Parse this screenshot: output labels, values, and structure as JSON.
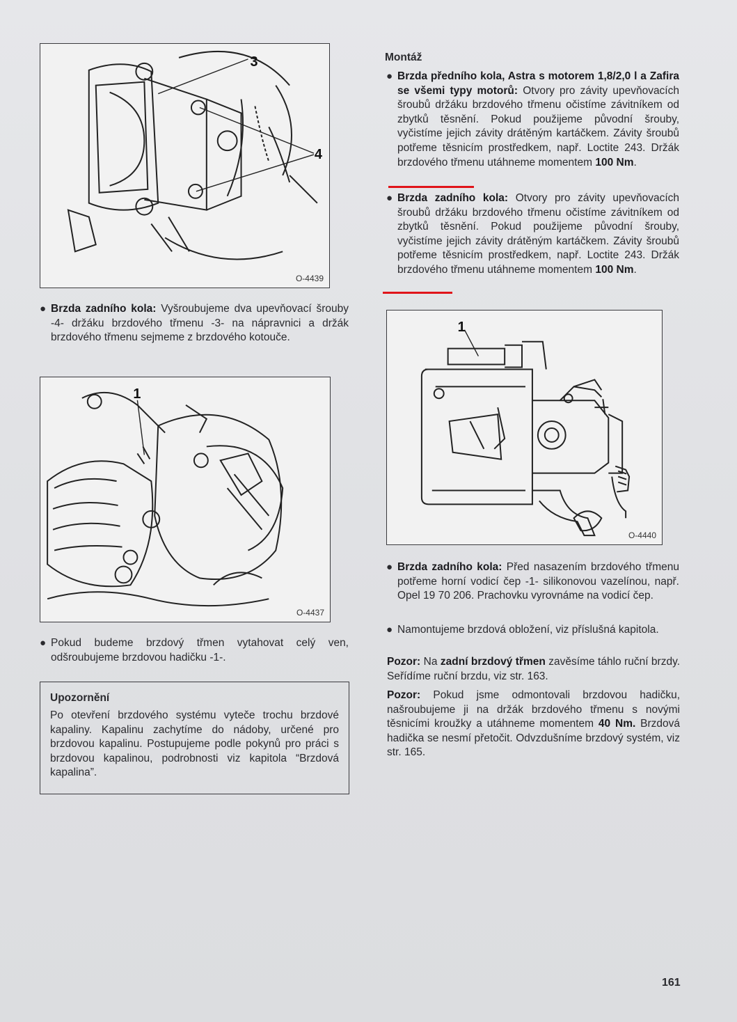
{
  "figures": {
    "fig1": {
      "code": "O-4439",
      "labels": [
        "3",
        "4"
      ]
    },
    "fig2": {
      "code": "O-4437",
      "labels": [
        "1"
      ]
    },
    "fig3": {
      "code": "O-4440",
      "labels": [
        "1"
      ]
    }
  },
  "left": {
    "p1": {
      "bold": "Brzda zadního kola:",
      "text": " Vyšroubujeme dva upevňovací šrouby -4- držáku brzdového třmenu -3- na nápravnici a držák brzdového třmenu sejmeme z brzdového kotouče."
    },
    "p2": {
      "text": "Pokud budeme brzdový třmen vytahovat celý ven, odšroubujeme brzdovou hadičku -1-."
    },
    "warning": {
      "title": "Upozornění",
      "body": "Po otevření brzdového systému vyteče trochu brzdové kapaliny. Kapalinu zachytíme do nádoby, určené pro brzdovou kapalinu. Postupujeme podle pokynů pro práci s brzdovou kapalinou, podrobnosti viz kapitola “Brzdová kapalina”."
    }
  },
  "right": {
    "heading": "Montáž",
    "b1": {
      "bold": "Brzda předního kola, Astra s motorem 1,8/2,0 l a Zafira se všemi typy motorů:",
      "text": " Otvory pro závity upevňovacích šroubů držáku brzdového třmenu očistíme závitníkem od zbytků těsnění. Pokud použijeme původní šrouby, vyčistíme jejich závity drátěným kartáčkem. Závity šroubů potřeme těsnicím prostředkem, např. Loctite 243. Držák brzdového třmenu utáhneme momentem ",
      "torque": "100 Nm",
      "end": "."
    },
    "b2": {
      "bold": "Brzda zadního kola:",
      "text": " Otvory pro závity upevňovacích šroubů držáku brzdového třmenu očistíme závitníkem od zbytků těsnění. Pokud použijeme původní šrouby, vyčistíme jejich závity drátěným kartáčkem. Závity šroubů potřeme těsnicím prostředkem, např. Loctite 243. Držák brzdového třmenu utáhneme momentem ",
      "torque": "100 Nm",
      "end": "."
    },
    "b3": {
      "bold": "Brzda zadního kola:",
      "text": " Před nasazením brzdového třmenu potřeme horní vodicí čep -1- silikonovou vazelínou, např. Opel 19 70 206. Prachovku vyrovnáme na vodicí čep."
    },
    "b4": {
      "text": "Namontujeme brzdová obložení, viz příslušná kapitola."
    },
    "n1": {
      "label": "Pozor:",
      "t1": " Na ",
      "bold": "zadní brzdový třmen",
      "t2": " zavěsíme táhlo ruční brzdy. Seřídíme ruční brzdu, viz str. 163."
    },
    "n2": {
      "label": "Pozor:",
      "t1": " Pokud jsme odmontovali brzdovou hadičku, našroubujeme ji na držák brzdového třmenu s novými těsnicími kroužky a utáhneme momentem ",
      "bold": "40 Nm.",
      "t2": " Brzdová hadička se nesmí přetočit. Odvzdušníme brzdový systém, viz str. 165."
    }
  },
  "page_number": "161",
  "colors": {
    "ink": "#2a2a2e",
    "paper": "#e2e3e6",
    "underline": "#e0141a"
  }
}
